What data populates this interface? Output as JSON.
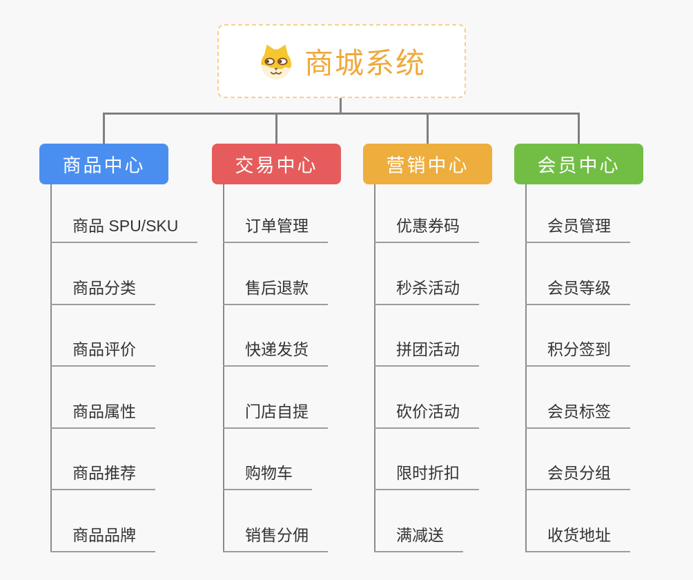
{
  "root": {
    "title": "商城系统",
    "icon": "dog-face-icon"
  },
  "columns": [
    {
      "title": "商品中心",
      "color": "#4A8FF0",
      "items": [
        "商品 SPU/SKU",
        "商品分类",
        "商品评价",
        "商品属性",
        "商品推荐",
        "商品品牌"
      ]
    },
    {
      "title": "交易中心",
      "color": "#E65C5C",
      "items": [
        "订单管理",
        "售后退款",
        "快递发货",
        "门店自提",
        "购物车",
        "销售分佣"
      ]
    },
    {
      "title": "营销中心",
      "color": "#EDAE3E",
      "items": [
        "优惠券码",
        "秒杀活动",
        "拼团活动",
        "砍价活动",
        "限时折扣",
        "满减送"
      ]
    },
    {
      "title": "会员中心",
      "color": "#72BE45",
      "items": [
        "会员管理",
        "会员等级",
        "积分签到",
        "会员标签",
        "会员分组",
        "收货地址"
      ]
    }
  ],
  "theme": {
    "background": "#F8F8F8",
    "root_text": "#F0A93C",
    "root_border": "#F6CE8F",
    "connector": "#7F7F7F",
    "branch_line": "#8A8A8A",
    "leaf_line": "#9B9B9B",
    "leaf_text": "#333333"
  }
}
